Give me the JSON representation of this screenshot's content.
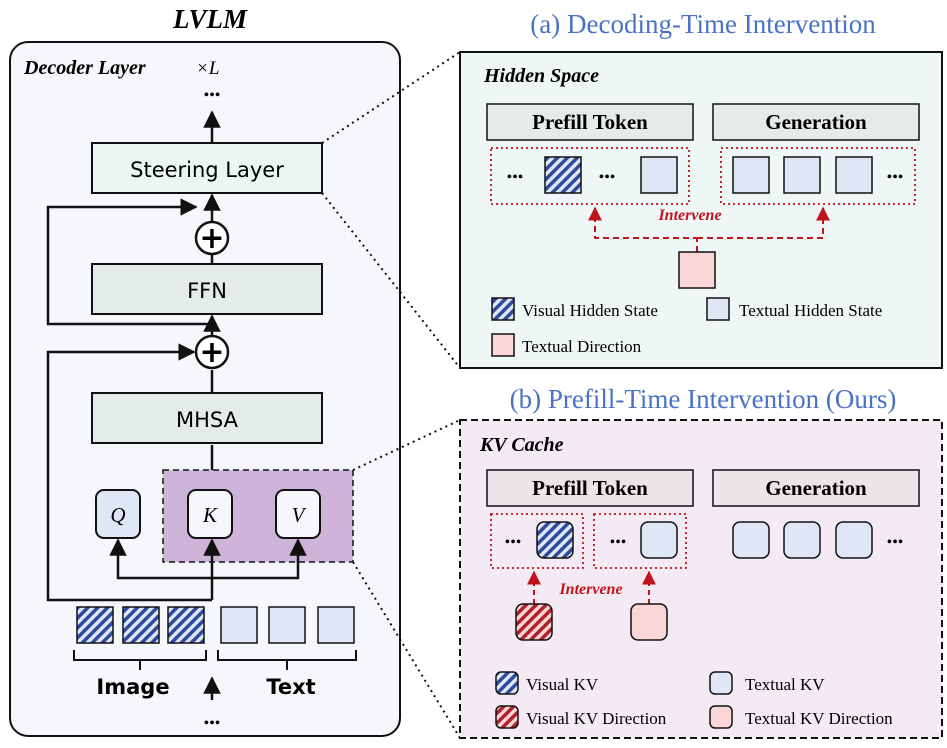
{
  "left": {
    "title": "LVLM",
    "decoder_label": "Decoder Layer",
    "repeat_label": "×L",
    "top_ellipsis": "•••",
    "bottom_ellipsis": "•••",
    "steering": "Steering Layer",
    "ffn": "FFN",
    "mhsa": "MHSA",
    "q": "Q",
    "k": "K",
    "v": "V",
    "image_label": "Image",
    "text_label": "Text",
    "plus": "+"
  },
  "panel_a": {
    "title": "(a) Decoding-Time  Intervention",
    "space_label": "Hidden Space",
    "prefill": "Prefill Token",
    "generation": "Generation",
    "ellipsis": "•••",
    "intervene": "Intervene",
    "legend": {
      "visual": "Visual Hidden State",
      "textual": "Textual Hidden State",
      "direction": "Textual Direction"
    }
  },
  "panel_b": {
    "title": "(b) Prefill-Time Intervention (Ours)",
    "space_label": "KV Cache",
    "prefill": "Prefill Token",
    "generation": "Generation",
    "ellipsis": "•••",
    "intervene": "Intervene",
    "legend": {
      "visual_kv": "Visual KV",
      "textual_kv": "Textual KV",
      "visual_dir": "Visual KV Direction",
      "textual_dir": "Textual KV Direction"
    }
  },
  "colors": {
    "title_blue": "#4a72c4",
    "intervene_red": "#c0141c",
    "hatch_blue": "#2e4a9c",
    "hatch_red": "#b0202a",
    "token_fill": "#dfe6f6",
    "direction_fill": "#fad6d6",
    "panel_a_bg": "#eef7f6",
    "panel_b_bg": "#f3eaf3",
    "block_fill": "#e4ece8",
    "kv_region": "#cdb4d8"
  }
}
